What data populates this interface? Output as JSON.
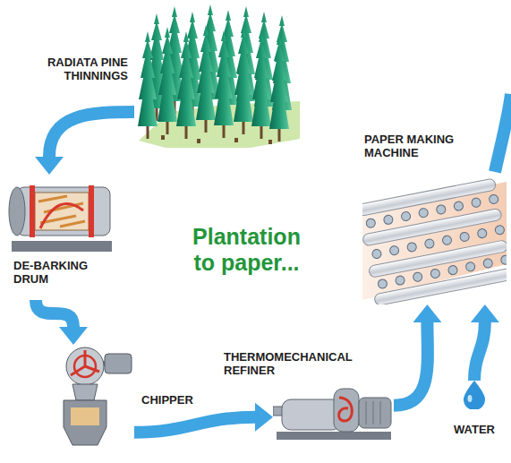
{
  "diagram": {
    "title": "Plantation to paper...",
    "nodes": [
      {
        "text": [
          "RADIATA PINE THINNINGS"
        ]
      },
      {
        "text": [
          "PAPER MAKING MACHINE"
        ]
      },
      {
        "text": [
          "DE-BARKING DRUM"
        ]
      },
      {
        "text": [
          "CHIPPER"
        ]
      },
      {
        "text": [
          "THERMOMECHANICAL REFINER"
        ]
      },
      {
        "text": [
          "WATER"
        ]
      }
    ],
    "edges": [
      {
        "from": 0,
        "to": 2,
        "arrow": "to"
      },
      {
        "from": 2,
        "to": 3,
        "arrow": "to"
      },
      {
        "from": 3,
        "to": 4,
        "arrow": "to"
      },
      {
        "from": 4,
        "to": 1,
        "arrow": "to"
      },
      {
        "from": 5,
        "to": 1,
        "arrow": "to"
      }
    ]
  }
}
